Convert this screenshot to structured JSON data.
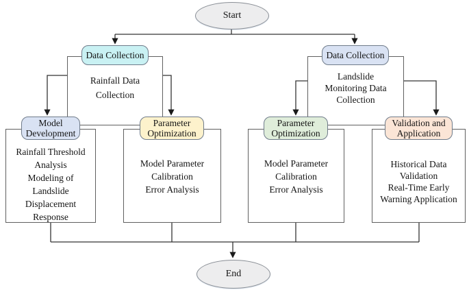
{
  "flowchart": {
    "start": {
      "label": "Start"
    },
    "end": {
      "label": "End"
    },
    "stage_collection": {
      "rainfall": {
        "tag": "Data Collection",
        "body": "Rainfall Data\nCollection",
        "tag_color": "#c9f1f3"
      },
      "landslide": {
        "tag": "Data Collection",
        "body": "Landslide\nMonitoring Data\nCollection",
        "tag_color": "#d9e2f3"
      }
    },
    "stage_process": {
      "model_development": {
        "tag": "Model\nDevelopment",
        "body": "Rainfall Threshold\nAnalysis\nModeling of\nLandslide\nDisplacement\nResponse",
        "tag_color": "#d9e2f3"
      },
      "parameter_optimization_left": {
        "tag": "Parameter\nOptimization",
        "body": "Model Parameter\nCalibration\nError Analysis",
        "tag_color": "#fdf2cc"
      },
      "parameter_optimization_right": {
        "tag": "Parameter\nOptimization",
        "body": "Model Parameter\nCalibration\nError Analysis",
        "tag_color": "#dfedda"
      },
      "validation_application": {
        "tag": "Validation and\nApplication",
        "body": "Historical Data\nValidation\nReal-Time Early\nWarning Application",
        "tag_color": "#fbe5d6"
      }
    },
    "colors": {
      "connector_line": "#333333",
      "arrowhead": "#1a1a1a",
      "box_border": "#5f5f5f",
      "terminator_fill": "#ededee"
    }
  }
}
